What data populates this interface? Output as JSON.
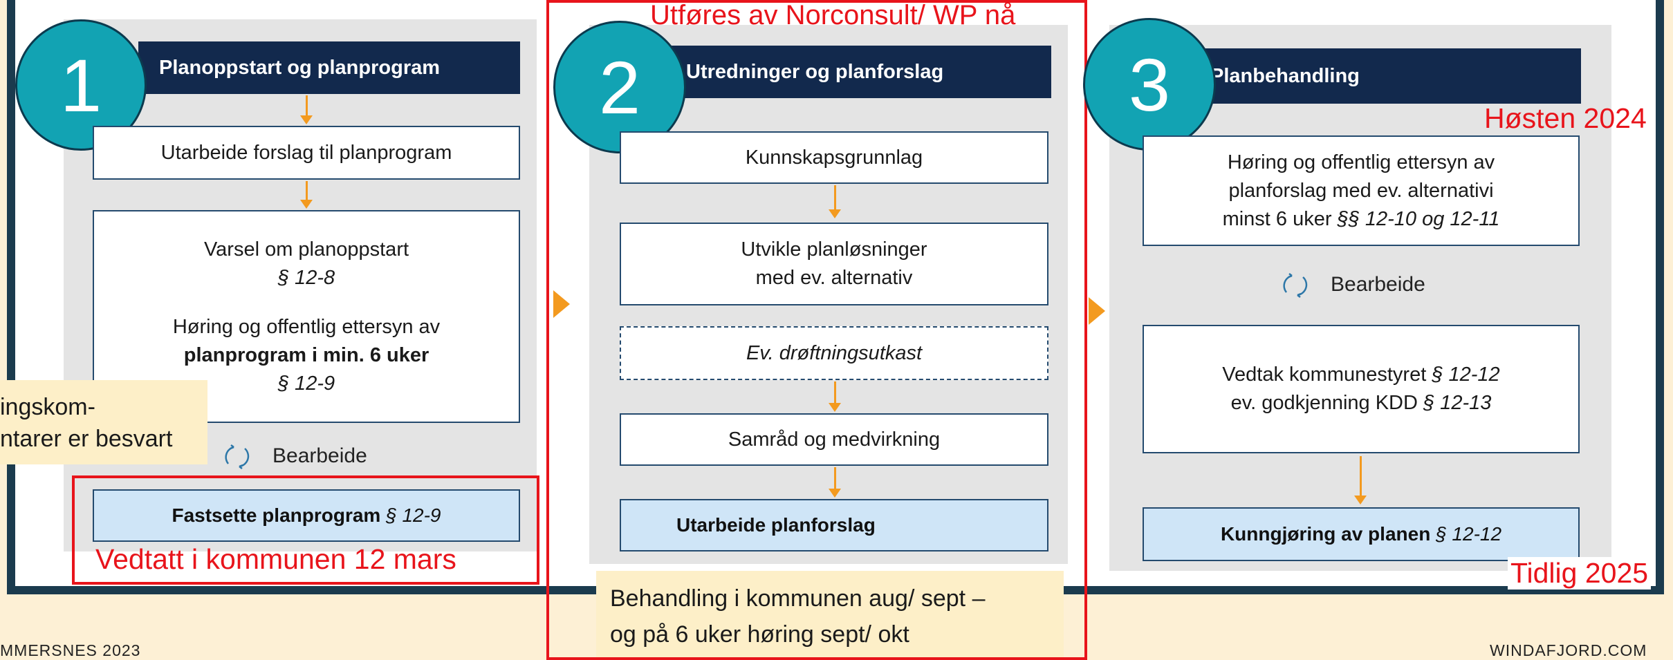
{
  "stage1": {
    "number": "1",
    "header": "Planoppstart og planprogram",
    "box_forslag": "Utarbeide forslag til planprogram",
    "varsel_line1": "Varsel om planoppstart",
    "varsel_line2": "§ 12-8",
    "horing_line1": "Høring og offentlig ettersyn av",
    "horing_line2_bold": "planprogram i min. 6 uker",
    "horing_line3": "§ 12-9",
    "bearbeide": "Bearbeide",
    "final_bold": "Fastsette planprogram",
    "final_ref": "§ 12-9"
  },
  "stage2": {
    "number": "2",
    "header": "Utredninger og planforslag",
    "box_kunnskap": "Kunnskapsgrunnlag",
    "box_utvikle_line1": "Utvikle planløsninger",
    "box_utvikle_line2": "med ev. alternativ",
    "box_droftning": "Ev. drøftningsutkast",
    "box_samrad": "Samråd og medvirkning",
    "final": "Utarbeide planforslag"
  },
  "stage3": {
    "number": "3",
    "header": "Planbehandling",
    "horing_line1": "Høring og offentlig ettersyn av",
    "horing_line2": "planforslag med ev. alternativi",
    "horing_line3_plain": "minst 6 uker ",
    "horing_line3_ref": "§§ 12-10 og 12-11",
    "bearbeide": "Bearbeide",
    "vedtak_line1_plain": "Vedtak kommunestyret ",
    "vedtak_line1_ref": "§ 12-12",
    "vedtak_line2_plain": "ev. godkjenning KDD ",
    "vedtak_line2_ref": "§ 12-13",
    "final_bold": "Kunngjøring av planen",
    "final_ref": "§ 12-12"
  },
  "annotations": {
    "top_center": "Utføres av Norconsult/ WP nå",
    "hosten": "Høsten 2024",
    "tidlig": "Tidlig 2025",
    "vedtatt": "Vedtatt i kommunen 12 mars",
    "note_left_line1": "ingskom-",
    "note_left_line2": "ntarer er besvart",
    "note_bottom_line1": "Behandling i kommunen aug/ sept –",
    "note_bottom_line2": "og på 6 uker høring sept/ okt"
  },
  "footer": {
    "left": "MMERSNES 2023",
    "right": "WINDAFJORD.COM"
  },
  "colors": {
    "accent_red": "#e8141b",
    "arrow_orange": "#f39a1f",
    "header_navy": "#12294d",
    "circle_teal": "#12a3b3",
    "background_cream": "#fdf0d5"
  }
}
